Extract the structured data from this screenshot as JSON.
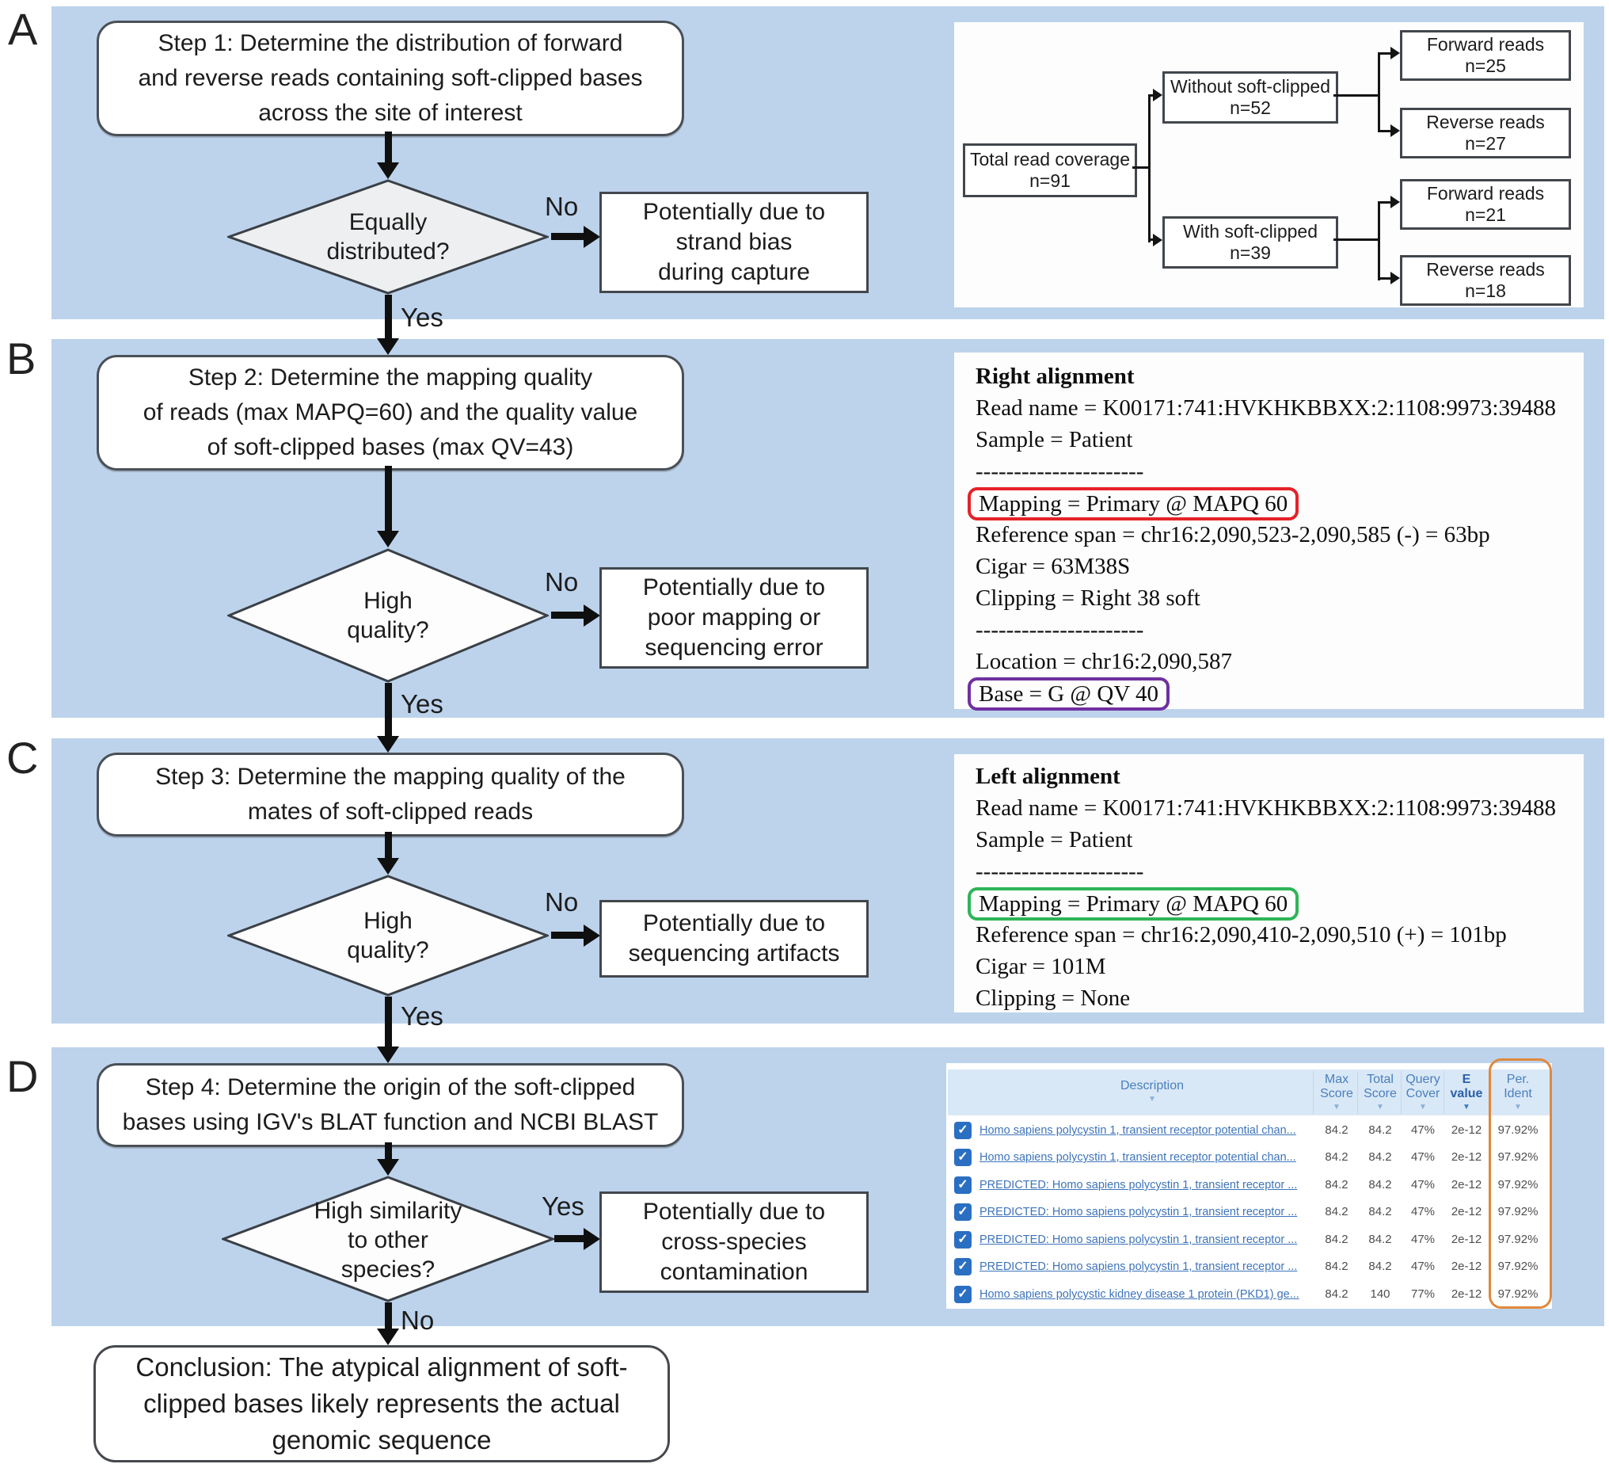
{
  "colors": {
    "panel_blue": "#bdd3ec",
    "highlight_red": "#e42328",
    "highlight_purple": "#7030a0",
    "highlight_green": "#2fb457",
    "highlight_orange": "#e0893c",
    "link_blue": "#3e74ba",
    "checkbox_blue": "#2a6fc2"
  },
  "a": {
    "label": "A",
    "step_lines": [
      "Step 1: Determine the distribution of forward",
      "and reverse reads containing soft-clipped bases",
      "across the site of interest"
    ],
    "decision_lines": [
      "Equally",
      "distributed?"
    ],
    "no": "No",
    "yes": "Yes",
    "outcome_lines": [
      "Potentially due to",
      "strand bias",
      "during capture"
    ],
    "tree": {
      "root_title": "Total read coverage",
      "root_count": "n=91",
      "without_title": "Without soft-clipped",
      "without_count": "n=52",
      "with_title": "With soft-clipped",
      "with_count": "n=39",
      "leaves": [
        {
          "title": "Forward reads",
          "count": "n=25"
        },
        {
          "title": "Reverse reads",
          "count": "n=27"
        },
        {
          "title": "Forward reads",
          "count": "n=21"
        },
        {
          "title": "Reverse reads",
          "count": "n=18"
        }
      ]
    }
  },
  "b": {
    "label": "B",
    "step_lines": [
      "Step 2: Determine the mapping quality",
      "of reads (max MAPQ=60) and the quality value",
      "of soft-clipped bases (max QV=43)"
    ],
    "decision_lines": [
      "High",
      "quality?"
    ],
    "no": "No",
    "yes": "Yes",
    "outcome_lines": [
      "Potentially due to",
      "poor mapping or",
      "sequencing error"
    ],
    "alignment": {
      "title": "Right alignment",
      "lines": [
        "Read name = K00171:741:HVKHKBBXX:2:1108:9973:39488",
        "Sample = Patient",
        "----------------------",
        "Mapping = Primary @ MAPQ 60",
        "Reference span = chr16:2,090,523-2,090,585 (-) = 63bp",
        "Cigar = 63M38S",
        "Clipping = Right 38 soft",
        "----------------------",
        "Location = chr16:2,090,587",
        "Base = G @ QV 40"
      ]
    }
  },
  "c": {
    "label": "C",
    "step_lines": [
      "Step 3: Determine the mapping quality of the",
      "mates of soft-clipped reads"
    ],
    "decision_lines": [
      "High",
      "quality?"
    ],
    "no": "No",
    "yes": "Yes",
    "outcome_lines": [
      "Potentially due to",
      "sequencing artifacts"
    ],
    "alignment": {
      "title": "Left alignment",
      "lines": [
        "Read name = K00171:741:HVKHKBBXX:2:1108:9973:39488",
        "Sample = Patient",
        "----------------------",
        "Mapping = Primary @ MAPQ 60",
        "Reference span = chr16:2,090,410-2,090,510 (+) = 101bp",
        "Cigar = 101M",
        "Clipping = None"
      ]
    }
  },
  "d": {
    "label": "D",
    "step_lines": [
      "Step 4: Determine the origin of the soft-clipped",
      "bases using IGV's BLAT function and NCBI BLAST"
    ],
    "decision_lines": [
      "High similarity",
      "to other",
      "species?"
    ],
    "no": "No",
    "yes": "Yes",
    "outcome_lines": [
      "Potentially due to",
      "cross-species",
      "contamination"
    ],
    "blast": {
      "check": "✓",
      "sort": "▼",
      "header": {
        "description": "Description",
        "col1a": "Max",
        "col1b": "Score",
        "col2a": "Total",
        "col2b": "Score",
        "col3a": "Query",
        "col3b": "Cover",
        "col4a": "E",
        "col4b": "value",
        "col5a": "Per.",
        "col5b": "Ident"
      },
      "rows": [
        {
          "desc": "Homo sapiens polycystin 1, transient receptor potential chan...",
          "max": "84.2",
          "total": "84.2",
          "query": "47%",
          "e": "2e-12",
          "per": "97.92%"
        },
        {
          "desc": "Homo sapiens polycystin 1, transient receptor potential chan...",
          "max": "84.2",
          "total": "84.2",
          "query": "47%",
          "e": "2e-12",
          "per": "97.92%"
        },
        {
          "desc": "PREDICTED: Homo sapiens polycystin 1, transient receptor ...",
          "max": "84.2",
          "total": "84.2",
          "query": "47%",
          "e": "2e-12",
          "per": "97.92%"
        },
        {
          "desc": "PREDICTED: Homo sapiens polycystin 1, transient receptor ...",
          "max": "84.2",
          "total": "84.2",
          "query": "47%",
          "e": "2e-12",
          "per": "97.92%"
        },
        {
          "desc": "PREDICTED: Homo sapiens polycystin 1, transient receptor ...",
          "max": "84.2",
          "total": "84.2",
          "query": "47%",
          "e": "2e-12",
          "per": "97.92%"
        },
        {
          "desc": "PREDICTED: Homo sapiens polycystin 1, transient receptor ...",
          "max": "84.2",
          "total": "84.2",
          "query": "47%",
          "e": "2e-12",
          "per": "97.92%"
        },
        {
          "desc": "Homo sapiens polycystic kidney disease 1 protein (PKD1) ge...",
          "max": "84.2",
          "total": "140",
          "query": "77%",
          "e": "2e-12",
          "per": "97.92%"
        }
      ]
    }
  },
  "conclusion_lines": [
    "Conclusion: The atypical alignment of soft-",
    "clipped bases likely represents the actual",
    "genomic sequence"
  ]
}
